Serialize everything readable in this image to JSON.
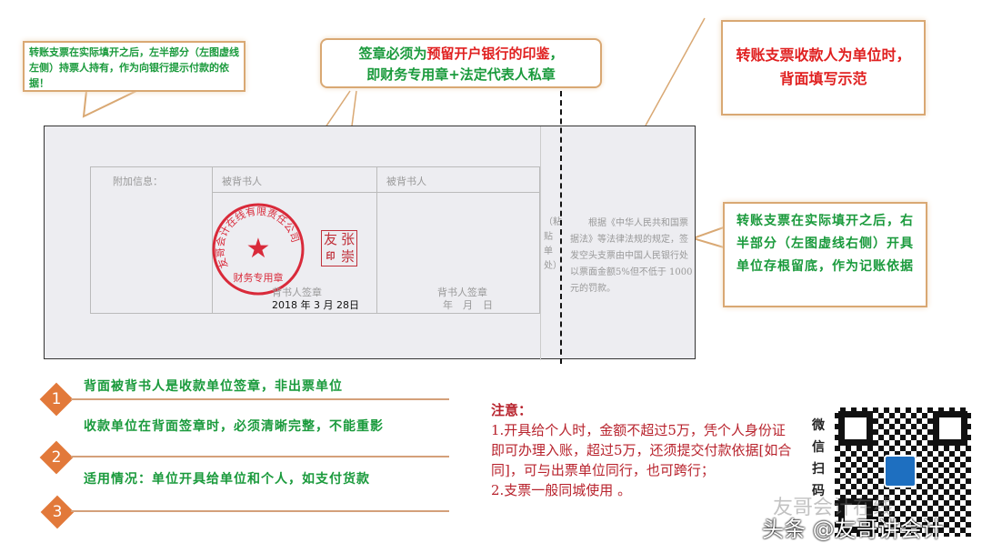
{
  "callouts": {
    "top_left": "转账支票在实际填开之后，左半部分（左图虚线左侧）持票人持有，作为向银行提示付款的依据！",
    "top_center": {
      "part1": "签章必须为",
      "highlight": "预留开户银行的印鉴",
      "part2": "，",
      "line2": "即财务专用章+法定代表人私章"
    },
    "top_right": "转账支票收款人为单位时，背面填写示范",
    "right": "转账支票在实际填开之后，右半部分（左图虚线右侧）开具单位存根留底，作为记账依据"
  },
  "cheque": {
    "additional_info": "附加信息：",
    "endorsee_1": "被背书人",
    "endorsee_2": "被背书人",
    "company_stamp": {
      "ring_text": "友哥会计在线有限责任公司",
      "center_text": "财务专用章"
    },
    "personal_stamp": {
      "chars": [
        "张",
        "崇",
        "友",
        "印"
      ]
    },
    "signature_1": "背书人签章",
    "date_1": "2018 年 3 月 28日",
    "signature_2": "背书人签章",
    "date_2": "年　月　日",
    "paste_here": "（粘贴单处）",
    "legal_text": "根据《中华人民共和国票据法》等法律法规的规定，签发空头支票由中国人民银行处以票面金额5%但不低于 1000 元的罚款。"
  },
  "points": [
    {
      "num": "1",
      "text": "背面被背书人是收款单位签章，非出票单位"
    },
    {
      "num": "2",
      "text": "收款单位在背面签章时，必须清晰完整，不能重影"
    },
    {
      "num": "3",
      "text": "适用情况：单位开具给单位和个人，如支付货款"
    }
  ],
  "notes": {
    "title": "注意：",
    "lines": [
      "1.开具给个人时，金额不超过5万，凭个人身份证即可办理入账，超过5万，还须提交付款依据[如合同]，可与出票单位同行，也可跨行；",
      "2.支票一般同城使用 。"
    ]
  },
  "qr": {
    "label": "微信扫码"
  },
  "watermarks": {
    "faint": "友哥会计在线",
    "main": "头条 @友哥讲会计"
  },
  "colors": {
    "green": "#1a9a3c",
    "red": "#e02020",
    "orange": "#e2793a",
    "stamp": "#d92a3a"
  }
}
